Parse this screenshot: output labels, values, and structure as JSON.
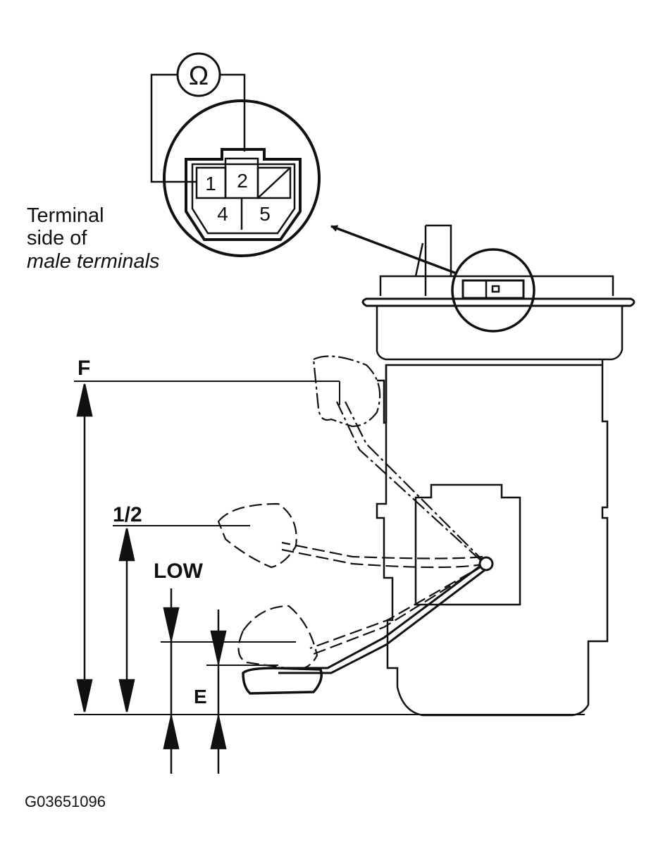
{
  "meter": {
    "symbol": "Ω",
    "icon": "ohmmeter-icon"
  },
  "connector": {
    "terminals": [
      "1",
      "2",
      "4",
      "5"
    ],
    "caption_line1": "Terminal",
    "caption_line2": "side of",
    "caption_line3": "male terminals"
  },
  "levels": {
    "full": "F",
    "half": "1/2",
    "low": "LOW",
    "empty": "E"
  },
  "figure_code": "G03651096"
}
